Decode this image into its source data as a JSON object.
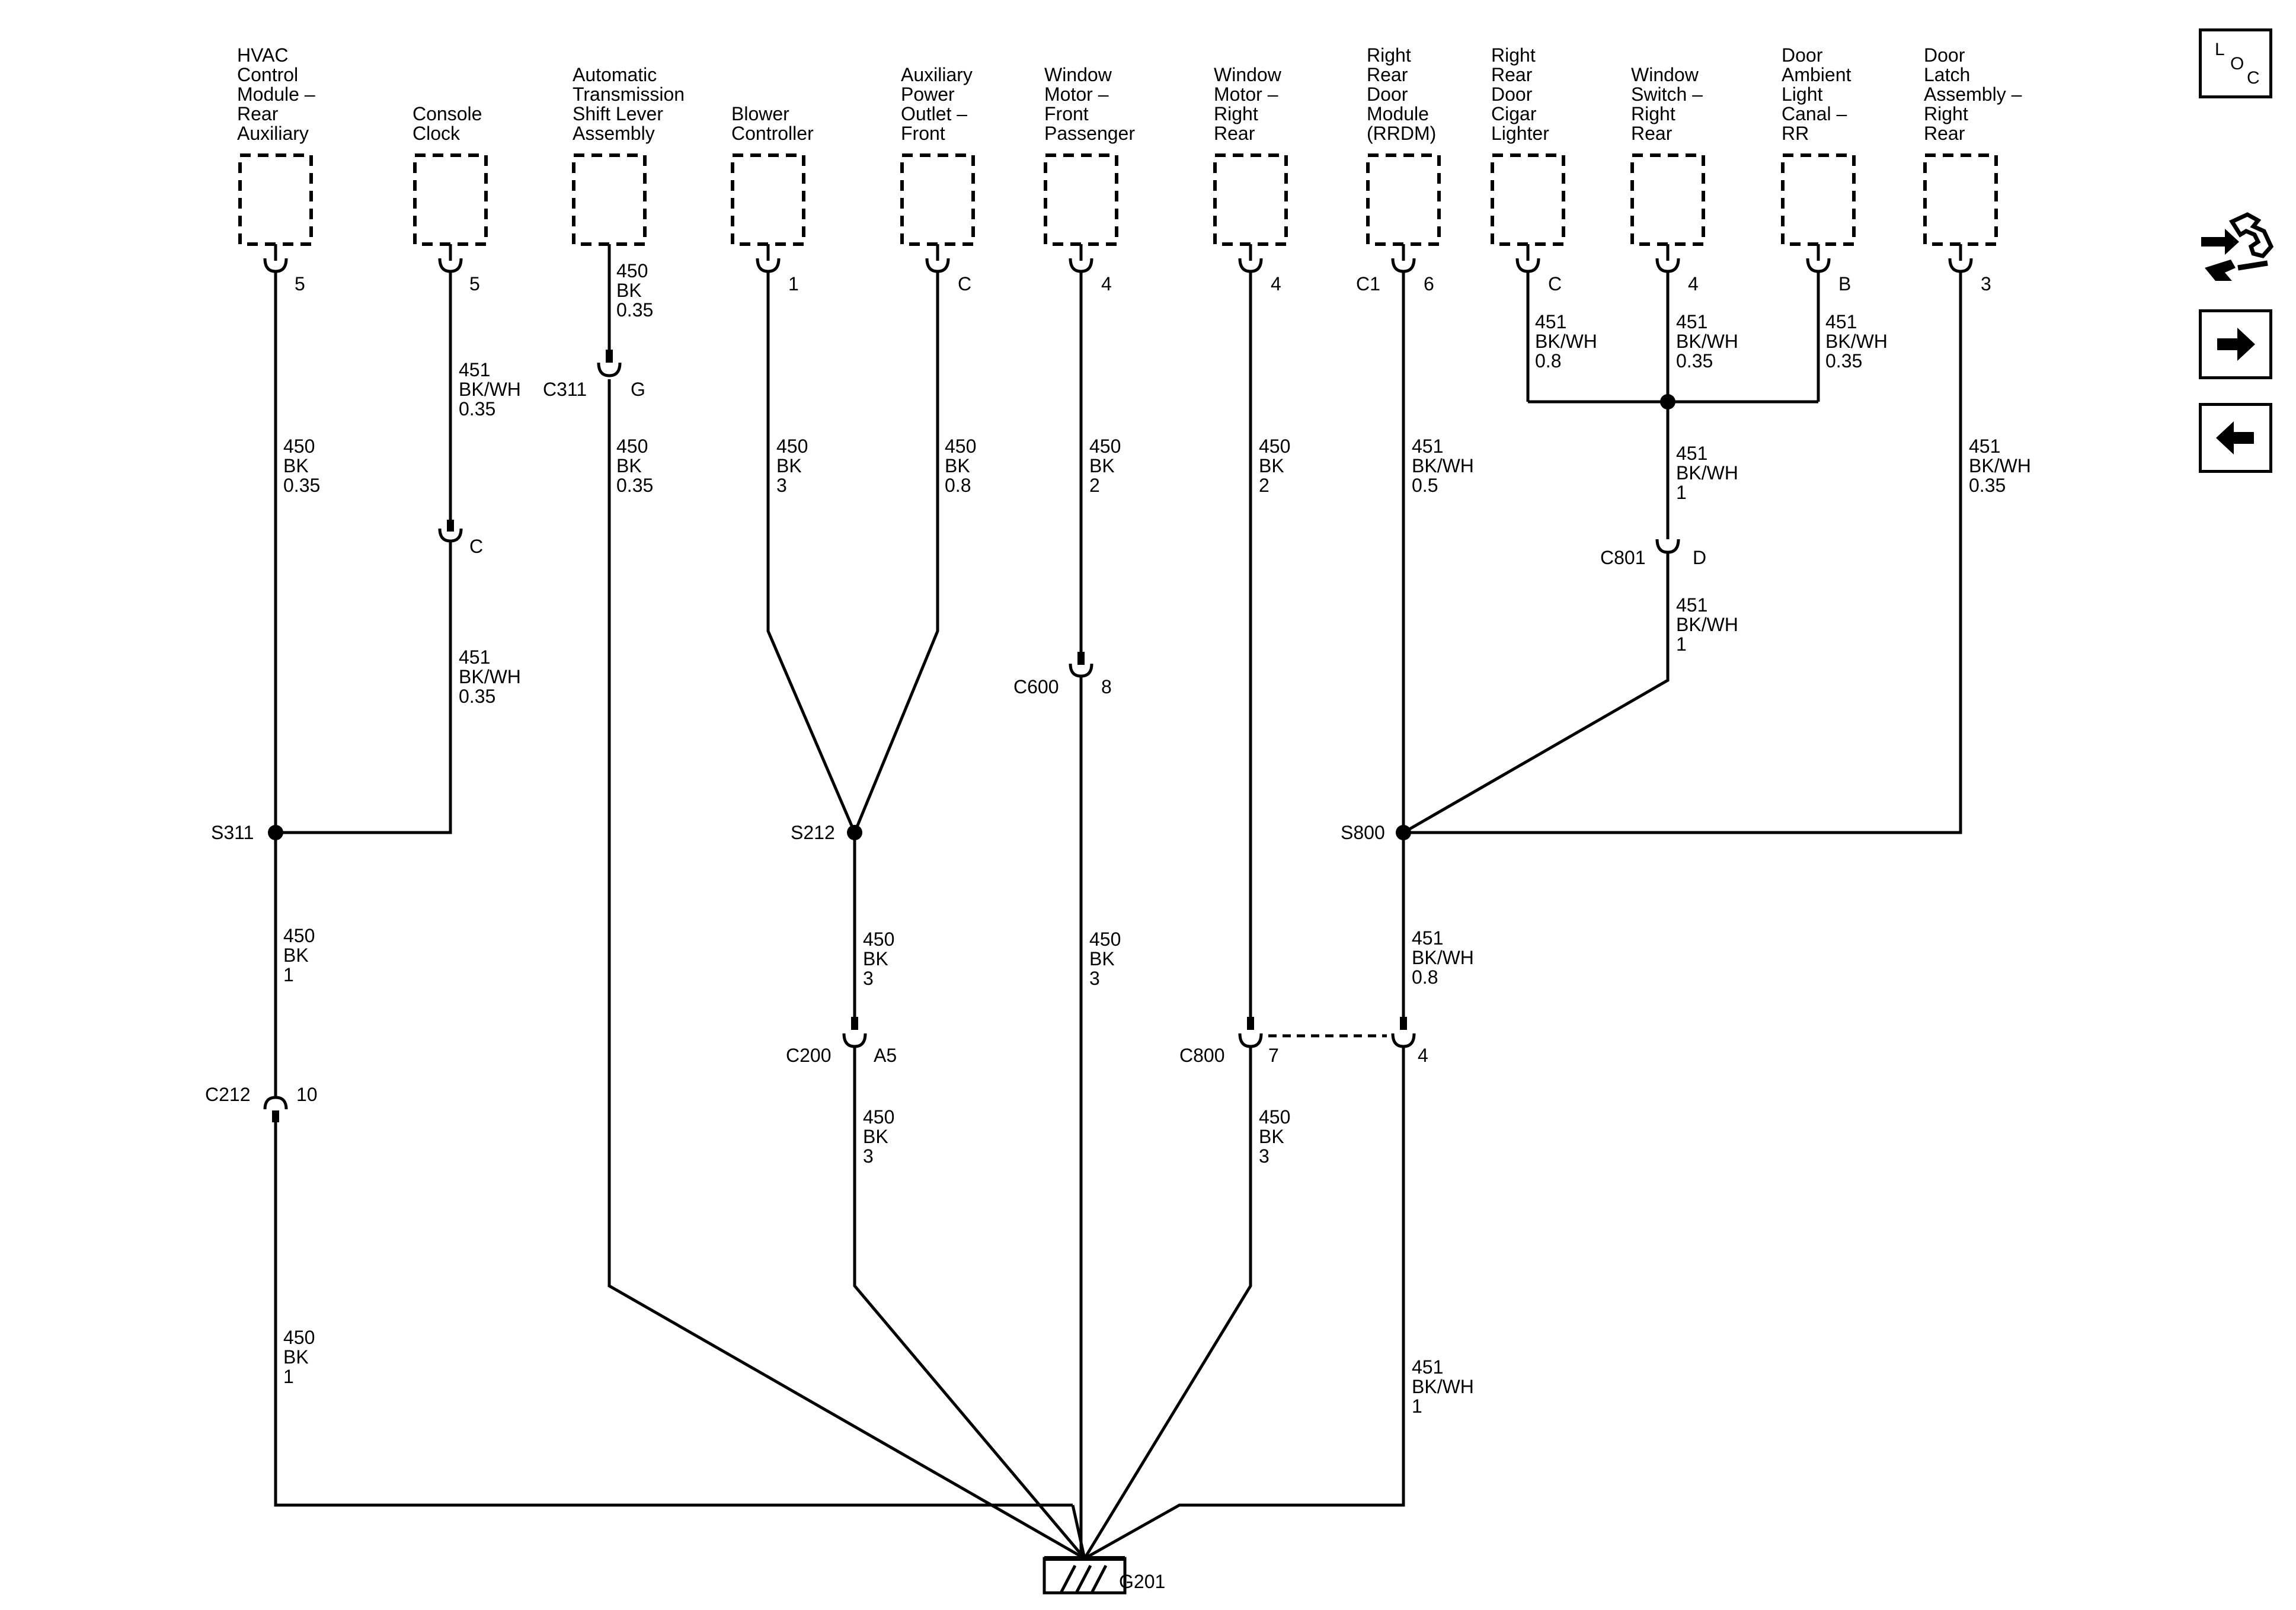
{
  "components": [
    {
      "id": "hvac",
      "name_lines": [
        "HVAC",
        "Control",
        "Module –",
        "Rear",
        "Auxiliary"
      ],
      "pin": "5"
    },
    {
      "id": "clock",
      "name_lines": [
        "Console",
        "Clock"
      ],
      "pin": "5"
    },
    {
      "id": "trans",
      "name_lines": [
        "Automatic",
        "Transmission",
        "Shift Lever",
        "Assembly"
      ],
      "pin": ""
    },
    {
      "id": "blower",
      "name_lines": [
        "Blower",
        "Controller"
      ],
      "pin": "1"
    },
    {
      "id": "outlet",
      "name_lines": [
        "Auxiliary",
        "Power",
        "Outlet –",
        "Front"
      ],
      "pin": "C"
    },
    {
      "id": "winfp",
      "name_lines": [
        "Window",
        "Motor –",
        "Front",
        "Passenger"
      ],
      "pin": "4"
    },
    {
      "id": "winrr",
      "name_lines": [
        "Window",
        "Motor –",
        "Right",
        "Rear"
      ],
      "pin": "4"
    },
    {
      "id": "rrdm",
      "name_lines": [
        "Right",
        "Rear",
        "Door",
        "Module",
        "(RRDM)"
      ],
      "pin": "6",
      "pin_left": "C1"
    },
    {
      "id": "cigar",
      "name_lines": [
        "Right",
        "Rear",
        "Door",
        "Cigar",
        "Lighter"
      ],
      "pin": "C"
    },
    {
      "id": "winsw",
      "name_lines": [
        "Window",
        "Switch –",
        "Right",
        "Rear"
      ],
      "pin": "4"
    },
    {
      "id": "ambient",
      "name_lines": [
        "Door",
        "Ambient",
        "Light",
        "Canal –",
        "RR"
      ],
      "pin": "B"
    },
    {
      "id": "latch",
      "name_lines": [
        "Door",
        "Latch",
        "Assembly –",
        "Right",
        "Rear"
      ],
      "pin": "3"
    }
  ],
  "wire_labels": [
    {
      "id": "w-hvac",
      "lines": [
        "450",
        "BK",
        "0.35"
      ]
    },
    {
      "id": "w-clock1",
      "lines": [
        "451",
        "BK/WH",
        "0.35"
      ]
    },
    {
      "id": "w-clock2",
      "lines": [
        "451",
        "BK/WH",
        "0.35"
      ]
    },
    {
      "id": "w-trans1",
      "lines": [
        "450",
        "BK",
        "0.35"
      ]
    },
    {
      "id": "w-trans2",
      "lines": [
        "450",
        "BK",
        "0.35"
      ]
    },
    {
      "id": "w-blower",
      "lines": [
        "450",
        "BK",
        "3"
      ]
    },
    {
      "id": "w-outlet",
      "lines": [
        "450",
        "BK",
        "0.8"
      ]
    },
    {
      "id": "w-winfp1",
      "lines": [
        "450",
        "BK",
        "2"
      ]
    },
    {
      "id": "w-winfp2",
      "lines": [
        "450",
        "BK",
        "3"
      ]
    },
    {
      "id": "w-winrr1",
      "lines": [
        "450",
        "BK",
        "2"
      ]
    },
    {
      "id": "w-winrr2",
      "lines": [
        "450",
        "BK",
        "3"
      ]
    },
    {
      "id": "w-rrdm",
      "lines": [
        "451",
        "BK/WH",
        "0.5"
      ]
    },
    {
      "id": "w-cigar",
      "lines": [
        "451",
        "BK/WH",
        "0.8"
      ]
    },
    {
      "id": "w-winsw",
      "lines": [
        "451",
        "BK/WH",
        "0.35"
      ]
    },
    {
      "id": "w-ambient",
      "lines": [
        "451",
        "BK/WH",
        "0.35"
      ]
    },
    {
      "id": "w-sw-c801",
      "lines": [
        "451",
        "BK/WH",
        "1"
      ]
    },
    {
      "id": "w-c801-s800",
      "lines": [
        "451",
        "BK/WH",
        "1"
      ]
    },
    {
      "id": "w-latch",
      "lines": [
        "451",
        "BK/WH",
        "0.35"
      ]
    },
    {
      "id": "w-s311-c212",
      "lines": [
        "450",
        "BK",
        "1"
      ]
    },
    {
      "id": "w-c212-g201",
      "lines": [
        "450",
        "BK",
        "1"
      ]
    },
    {
      "id": "w-s212-c200",
      "lines": [
        "450",
        "BK",
        "3"
      ]
    },
    {
      "id": "w-c200-g201",
      "lines": [
        "450",
        "BK",
        "3"
      ]
    },
    {
      "id": "w-s800-c800",
      "lines": [
        "451",
        "BK/WH",
        "0.8"
      ]
    },
    {
      "id": "w-c800-g201",
      "lines": [
        "451",
        "BK/WH",
        "1"
      ]
    }
  ],
  "connectors": [
    {
      "id": "c311",
      "name": "C311",
      "pin": "G"
    },
    {
      "id": "clock-c",
      "name": "",
      "pin": "C"
    },
    {
      "id": "c600",
      "name": "C600",
      "pin": "8"
    },
    {
      "id": "c801",
      "name": "C801",
      "pin": "D"
    },
    {
      "id": "c212",
      "name": "C212",
      "pin": "10"
    },
    {
      "id": "c200",
      "name": "C200",
      "pin": "A5"
    },
    {
      "id": "c800a",
      "name": "C800",
      "pin": "7"
    },
    {
      "id": "c800b",
      "name": "",
      "pin": "4"
    }
  ],
  "splices": [
    {
      "id": "s311",
      "name": "S311"
    },
    {
      "id": "s212",
      "name": "S212"
    },
    {
      "id": "s800",
      "name": "S800"
    }
  ],
  "ground": {
    "name": "G201"
  },
  "nav": {
    "loc_letters": [
      "L",
      "O",
      "C"
    ],
    "icons": [
      "connector-tools-icon",
      "arrow-right-icon",
      "arrow-left-icon"
    ]
  }
}
